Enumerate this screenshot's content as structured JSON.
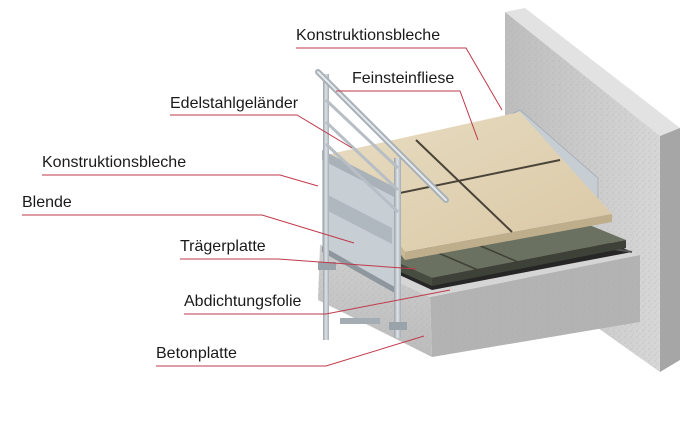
{
  "labels": {
    "konstruktionsbleche_top": "Konstruktionsbleche",
    "feinsteinfliese": "Feinsteinfliese",
    "edelstahlgelaender": "Edelstahlgeländer",
    "konstruktionsbleche_left": "Konstruktionsbleche",
    "blende": "Blende",
    "traegerplatte": "Trägerplatte",
    "abdichtungsfolie": "Abdichtungsfolie",
    "betonplatte": "Betonplatte"
  },
  "colors": {
    "leader_line": "#c0394a",
    "concrete": "#c9c9c9",
    "tile": "#e2d3b4",
    "carrier_board": "#5b6150",
    "steel": "#b9c0c7",
    "membrane": "#2a2a2a"
  }
}
